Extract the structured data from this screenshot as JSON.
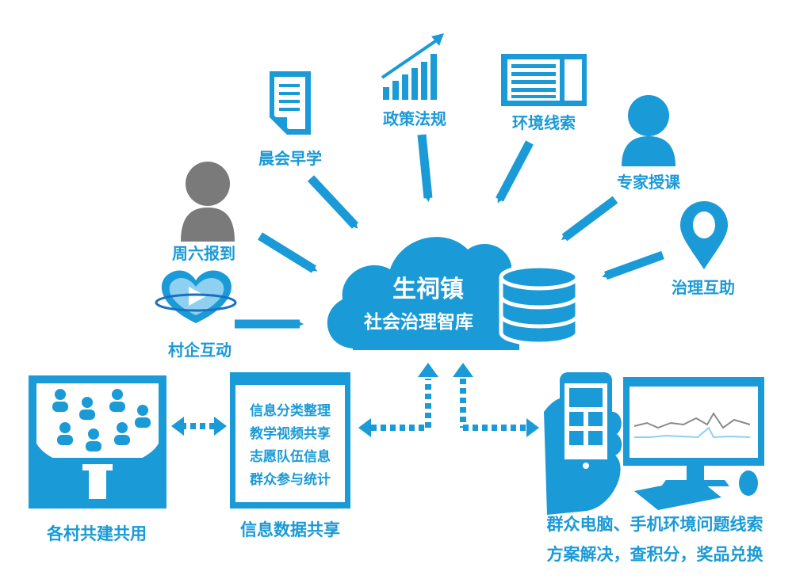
{
  "colors": {
    "primary": "#1a9ad6",
    "gray": "#7a7a7a",
    "white": "#ffffff"
  },
  "center": {
    "line1": "生祠镇",
    "line2": "社会治理智库"
  },
  "nodes": {
    "morning_study": "晨会早学",
    "policy": "政策法规",
    "environment_clues": "环境线索",
    "expert_lecture": "专家授课",
    "saturday_report": "周六报到",
    "governance_help": "治理互助",
    "village_enterprise": "村企互动",
    "village_coshare": "各村共建共用",
    "info_share": "信息数据共享"
  },
  "info_panel": {
    "items": [
      "信息分类整理",
      "教学视频共享",
      "志愿队伍信息",
      "群众参与统计"
    ]
  },
  "bottom_right": {
    "line1": "群众电脑、手机环境问题线索",
    "line2": "方案解决，查积分，奖品兑换"
  },
  "icons": [
    "document-icon",
    "bar-chart-icon",
    "list-panel-icon",
    "person-blue-icon",
    "person-gray-icon",
    "location-pin-icon",
    "video-heart-icon",
    "database-icon",
    "cloud-icon",
    "people-group-icon",
    "devices-icon"
  ]
}
